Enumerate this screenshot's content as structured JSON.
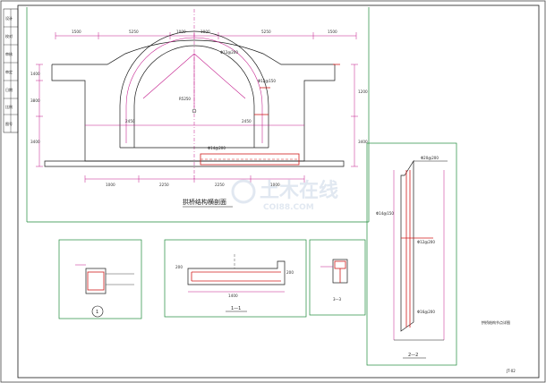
{
  "drawing": {
    "main_title": "拱桥结构横剖面",
    "section_1_1": "1—1",
    "section_2_2": "2—2",
    "section_3_3": "3—3",
    "detail_marker": "1",
    "right_panel_title": "拱桥结构节点详图",
    "sheet_no": "JT-02",
    "top_dims": [
      "1500",
      "5250",
      "1000",
      "1000",
      "5250",
      "1500"
    ],
    "bottom_dims": [
      "1000",
      "2250",
      "2250",
      "1000"
    ],
    "mid_dims": [
      "2450",
      "2450"
    ],
    "left_vert_dims": [
      "1400",
      "3800",
      "3400"
    ],
    "right_vert_dims": [
      "1200",
      "3400"
    ],
    "rebar_top": "Φ12@200",
    "rebar_base": "Φ14@200",
    "rebar_side": "Φ12@150",
    "radius_label": "R5250",
    "section_1_1_dims": [
      "1400",
      "200",
      "200"
    ],
    "section_2_2_top": "Φ20@200",
    "section_2_2_labels": [
      "Φ14@150",
      "Φ12@200",
      "Φ16@200"
    ],
    "left_titleblock_cells": [
      "设计",
      "校对",
      "审核",
      "审定",
      "日期",
      "比例",
      "图号"
    ]
  },
  "watermark": {
    "text_cn": "土木在线",
    "text_en": "COI88.COM"
  },
  "colors": {
    "line": "#1a1a1a",
    "frame_green": "#1f8a3a",
    "dim_magenta": "#c2188a",
    "rebar_red": "#d01c1c",
    "watermark": "#c9d6e6"
  }
}
